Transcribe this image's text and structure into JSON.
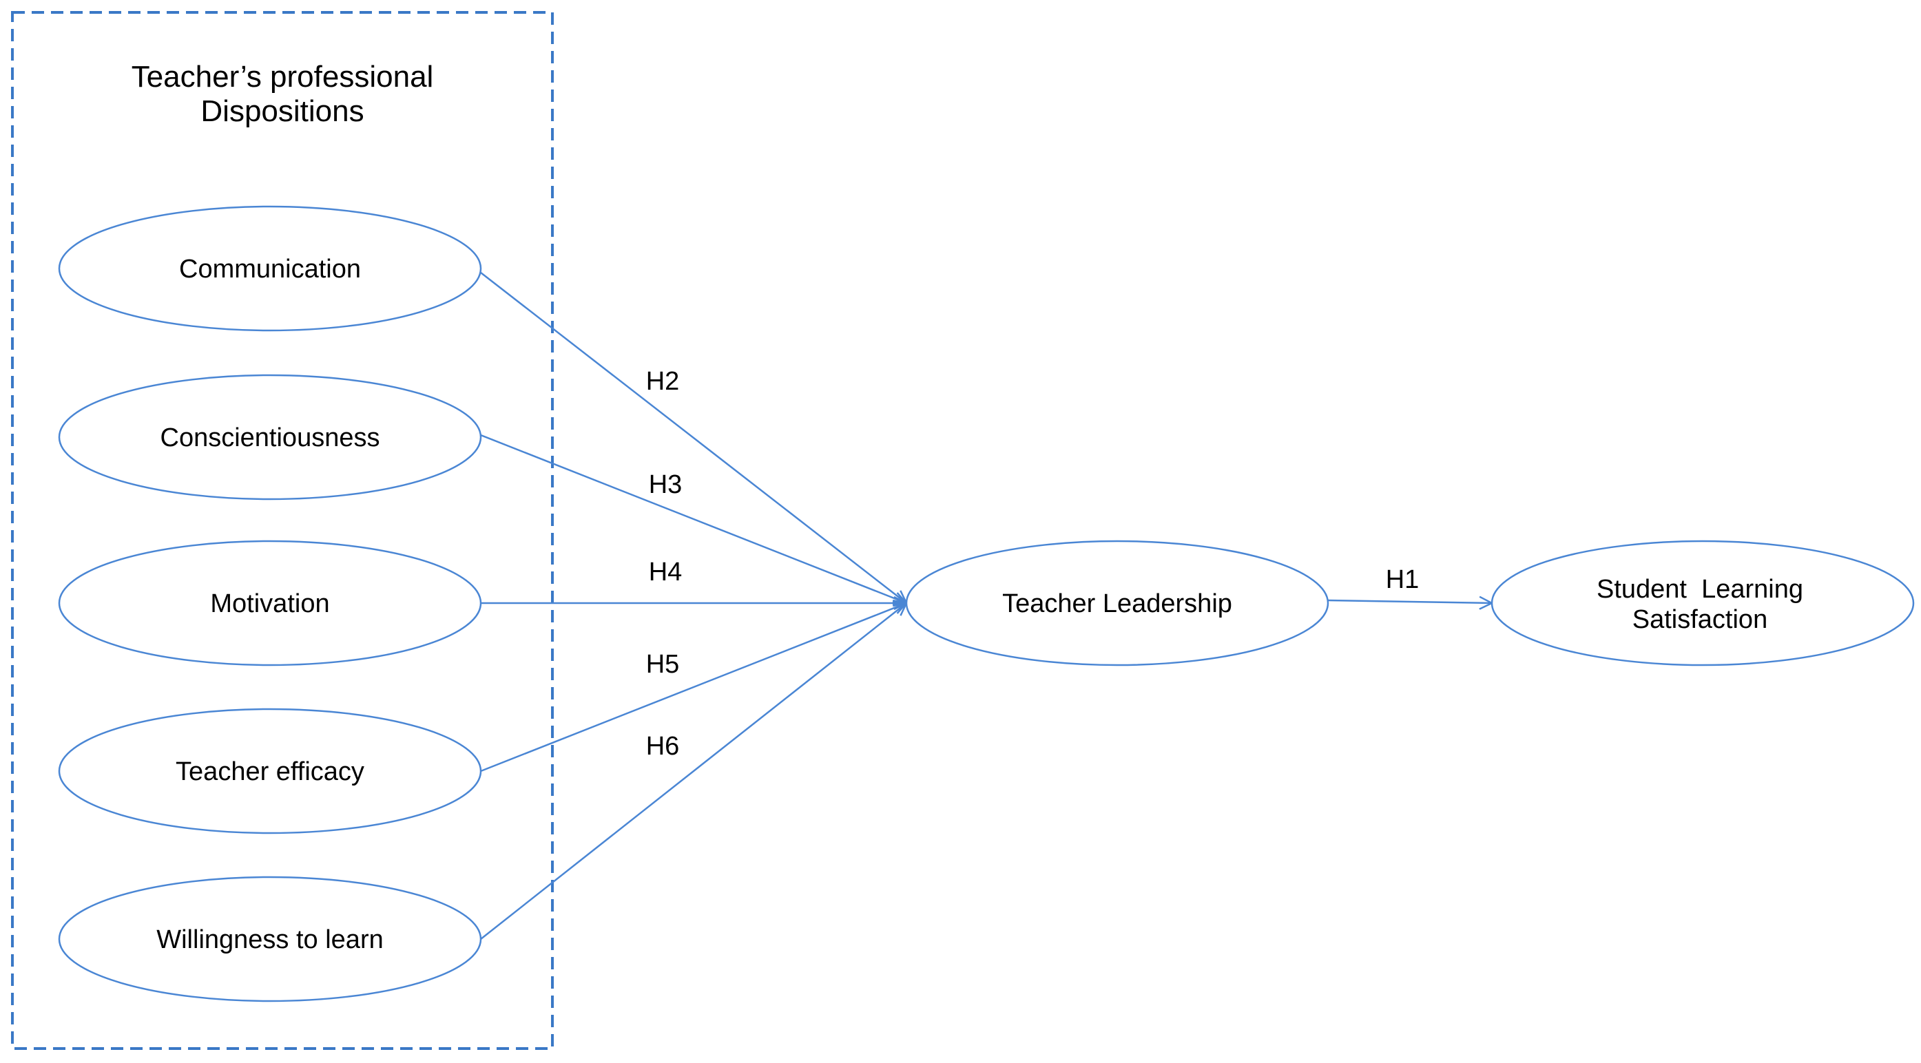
{
  "colors": {
    "line": "#4a86d4",
    "box": "#3a78c6",
    "text": "#000000"
  },
  "group": {
    "title_line1": "Teacher’s professional",
    "title_line2": "Dispositions"
  },
  "dispositions": [
    {
      "id": "communication",
      "label": "Communication"
    },
    {
      "id": "conscientiousness",
      "label": "Conscientiousness"
    },
    {
      "id": "motivation",
      "label": "Motivation"
    },
    {
      "id": "teacher-efficacy",
      "label": "Teacher efficacy"
    },
    {
      "id": "willingness",
      "label": "Willingness to learn"
    }
  ],
  "mediator": {
    "label": "Teacher Leadership"
  },
  "outcome": {
    "label_line1": "Student  Learning",
    "label_line2": "Satisfaction"
  },
  "hypotheses": [
    {
      "from": "communication",
      "to": "teacher-leadership",
      "label": "H2"
    },
    {
      "from": "conscientiousness",
      "to": "teacher-leadership",
      "label": "H3"
    },
    {
      "from": "motivation",
      "to": "teacher-leadership",
      "label": "H4"
    },
    {
      "from": "teacher-efficacy",
      "to": "teacher-leadership",
      "label": "H5"
    },
    {
      "from": "willingness",
      "to": "teacher-leadership",
      "label": "H6"
    },
    {
      "from": "teacher-leadership",
      "to": "student-learning-satisfaction",
      "label": "H1"
    }
  ]
}
